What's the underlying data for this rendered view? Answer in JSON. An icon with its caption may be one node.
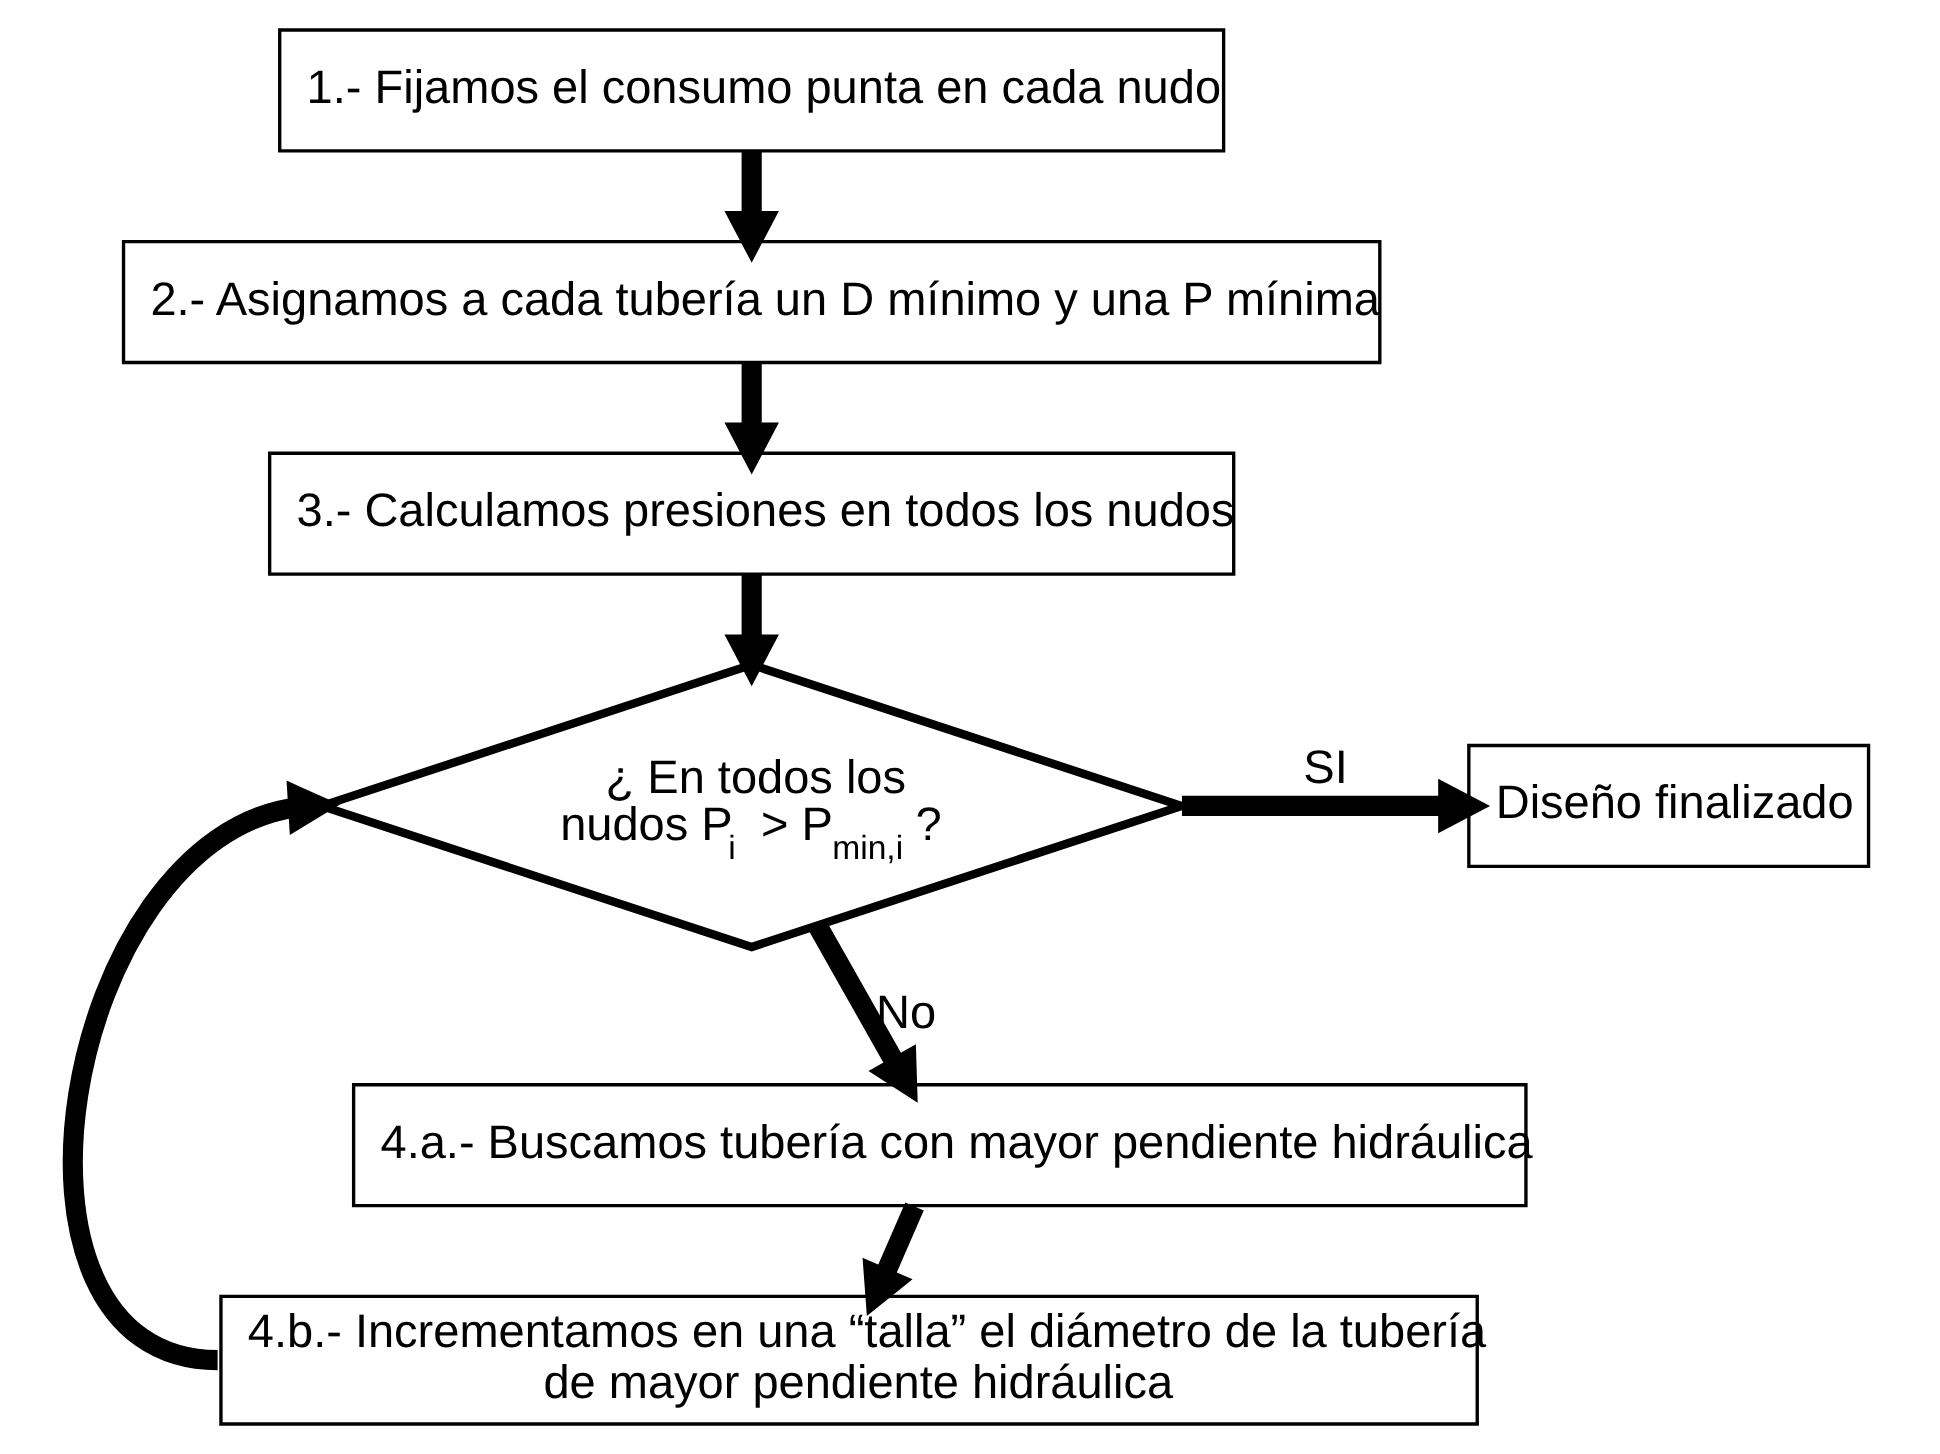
{
  "diagram": {
    "nodes": [
      {
        "text": [
          "1.- Fijamos el consumo punta en cada nudo"
        ]
      },
      {
        "text": [
          "2.- Asignamos a cada tubería un D mínimo y una P mínima"
        ]
      },
      {
        "text": [
          "3.- Calculamos presiones en todos los nudos"
        ]
      },
      {
        "text": [
          "¿ En todos los nudos P$_{i}$ > P$_{min,i}$ ?"
        ]
      },
      {
        "text": [
          "Diseño finalizado"
        ]
      },
      {
        "text": [
          "4.a.- Buscamos tubería con mayor pendiente hidráulica"
        ]
      },
      {
        "text": [
          "4.b.- Incrementamos en una “talla” el diámetro de la tubería de mayor pendiente hidráulica"
        ]
      }
    ],
    "edges": [
      {
        "from": 0,
        "to": 1,
        "arrow": "to"
      },
      {
        "from": 1,
        "to": 2,
        "arrow": "to"
      },
      {
        "from": 2,
        "to": 3,
        "arrow": "to"
      },
      {
        "from": 3,
        "to": 4,
        "arrow": "to",
        "label": "SI"
      },
      {
        "from": 3,
        "to": 5,
        "arrow": "to",
        "label": "No"
      },
      {
        "from": 5,
        "to": 6,
        "arrow": "to"
      },
      {
        "from": 6,
        "to": 3,
        "arrow": "to"
      }
    ]
  }
}
